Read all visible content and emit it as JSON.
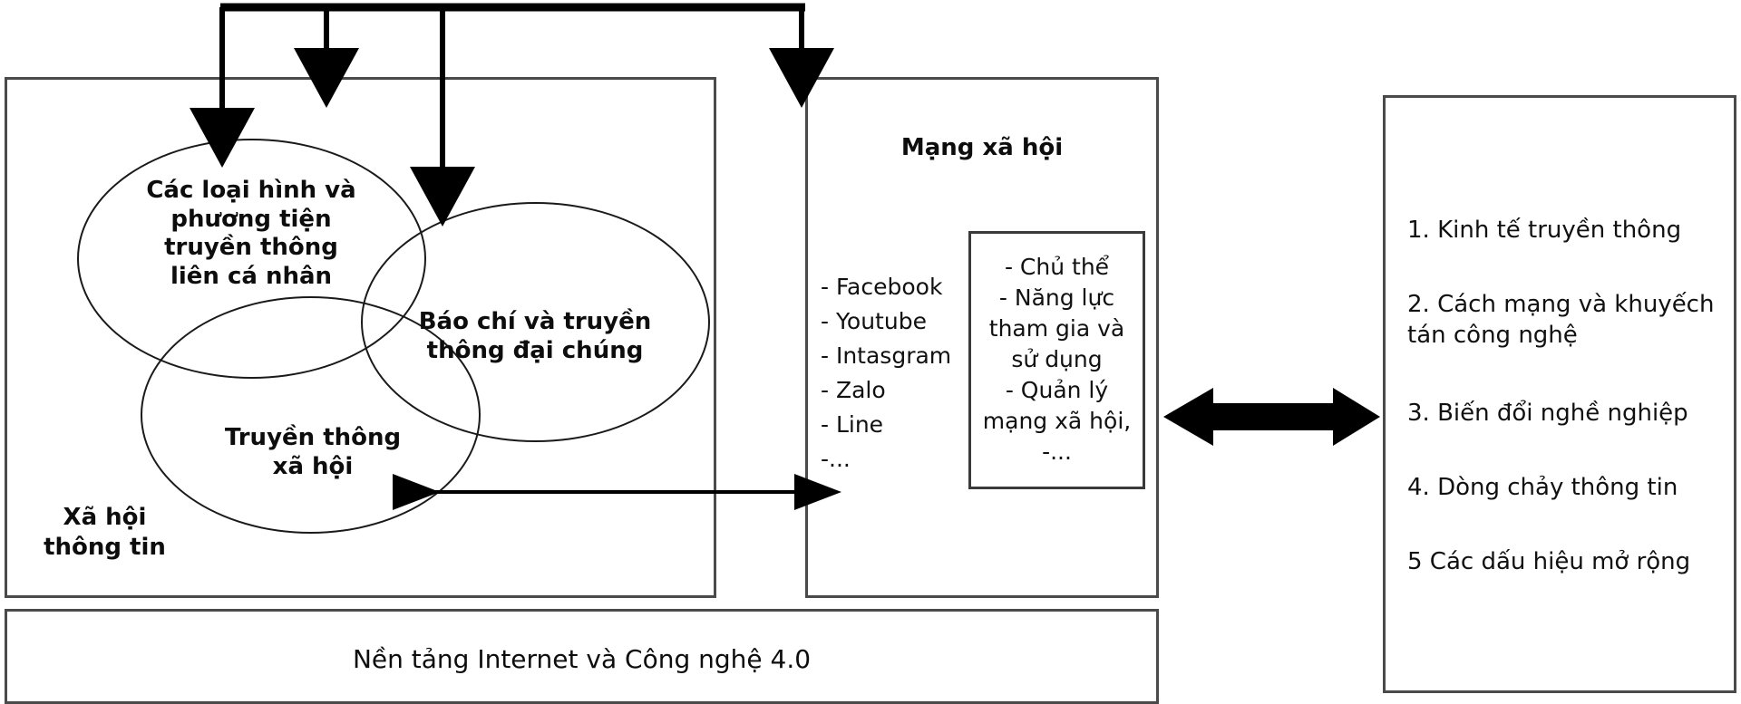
{
  "diagram": {
    "title_hidden": "",
    "society_box": {
      "label": "Xã hội\nthông tin",
      "venn": [
        {
          "label": "Các loại hình và\nphương tiện\ntruyền thông\nliên cá nhân"
        },
        {
          "label": "Báo chí và truyền\nthông đại chúng"
        },
        {
          "label": "Truyền thông\nxã hội"
        }
      ]
    },
    "social_network_box": {
      "title": "Mạng xã hội",
      "platforms": [
        "- Facebook",
        "- Youtube",
        "- Intasgram",
        "- Zalo",
        "- Line",
        "-..."
      ],
      "attributes": [
        "- Chủ thể",
        "- Năng lực",
        "tham gia và",
        "sử dụng",
        "- Quản lý",
        "mạng xã hội,",
        "-..."
      ]
    },
    "foundation_bar": {
      "label": "Nền tảng Internet và Công nghệ 4.0"
    },
    "impacts_box": {
      "items": [
        "1. Kinh tế truyền thông",
        "2. Cách mạng và khuyếch\ntán công nghệ",
        "3. Biến đổi nghề nghiệp",
        "4. Dòng chảy thông tin",
        "5 Các dấu hiệu mở rộng"
      ]
    },
    "connectors": {
      "top_bus": "top-distribution-bus",
      "arrow_to_interpersonal": "arrow-down-interpersonal",
      "arrow_to_mass_media": "arrow-down-mass-media",
      "arrow_to_social_media_circle": "arrow-down-social-media",
      "arrow_to_social_network": "arrow-down-social-network",
      "arrow_social_media_to_network": "double-arrow-social-media-network",
      "arrow_network_to_impacts": "double-arrow-network-impacts"
    },
    "colors": {
      "stroke": "#4a4a4a",
      "ink": "#111111",
      "arrow": "#000000",
      "background": "#ffffff"
    }
  }
}
